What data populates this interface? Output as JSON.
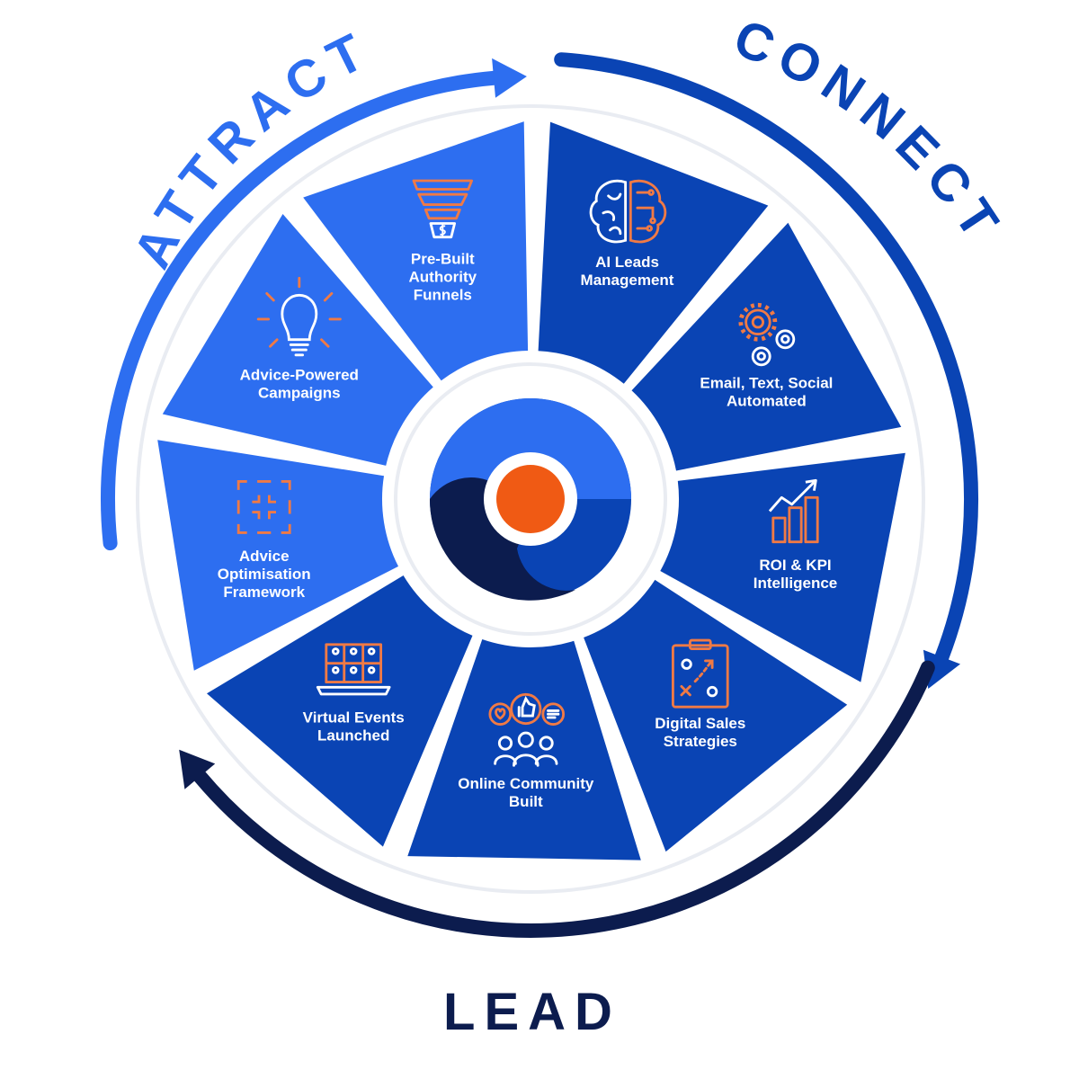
{
  "colors": {
    "attract": "#2d6ef0",
    "connect": "#0a44b4",
    "lead": "#0c1c4e",
    "accent": "#f05a14",
    "icon_outline": "#ffffff",
    "icon_accent": "#f07a45"
  },
  "phases": {
    "attract": "ATTRACT",
    "connect": "CONNECT",
    "lead": "LEAD"
  },
  "segments": [
    {
      "group": "connect",
      "icon": "brain-circuit-icon",
      "lines": [
        "AI Leads",
        "Management"
      ]
    },
    {
      "group": "connect",
      "icon": "gears-icon",
      "lines": [
        "Email, Text, Social",
        "Automated"
      ]
    },
    {
      "group": "connect",
      "icon": "bar-chart-growth-icon",
      "lines": [
        "ROI & KPI",
        "Intelligence"
      ]
    },
    {
      "group": "connect",
      "icon": "strategy-clipboard-icon",
      "lines": [
        "Digital Sales",
        "Strategies"
      ]
    },
    {
      "group": "connect",
      "icon": "community-icon",
      "lines": [
        "Online Community",
        "Built"
      ]
    },
    {
      "group": "connect",
      "icon": "laptop-video-call-icon",
      "lines": [
        "Virtual Events",
        "Launched"
      ]
    },
    {
      "group": "attract",
      "icon": "focus-frame-icon",
      "lines": [
        "Advice",
        "Optimisation",
        "Framework"
      ]
    },
    {
      "group": "attract",
      "icon": "lightbulb-icon",
      "lines": [
        "Advice-Powered",
        "Campaigns"
      ]
    },
    {
      "group": "attract",
      "icon": "funnel-icon",
      "lines": [
        "Pre-Built",
        "Authority",
        "Funnels"
      ]
    }
  ],
  "center_logo": "circular-logo-icon"
}
